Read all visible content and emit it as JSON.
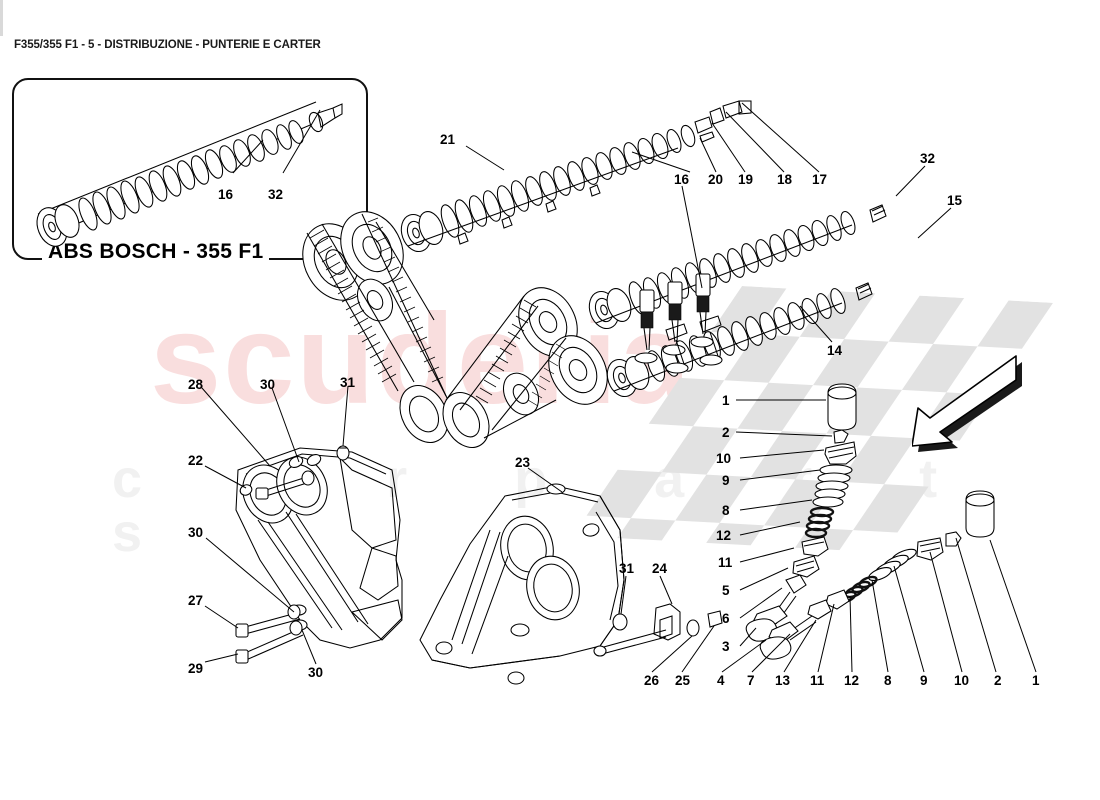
{
  "page": {
    "title": "F355/355 F1 - 5 - DISTRIBUZIONE - PUNTERIE E CARTER",
    "background": "#ffffff"
  },
  "watermark": {
    "brand": "scuderia",
    "brand_color": "#f9dede",
    "tagline": "c a r   p a r t s",
    "tagline_color": "#f1f1f1",
    "flag": "checkered-flag-pattern",
    "flag_color": "#e2e2e2"
  },
  "inset": {
    "caption": "ABS BOSCH - 355 F1",
    "labels": [
      {
        "id": "inset-16",
        "text": "16"
      },
      {
        "id": "inset-32",
        "text": "32"
      }
    ]
  },
  "callouts": {
    "camshafts_top": [
      {
        "text": "21"
      },
      {
        "text": "16"
      },
      {
        "text": "20"
      },
      {
        "text": "19"
      },
      {
        "text": "18"
      },
      {
        "text": "17"
      },
      {
        "text": "32"
      },
      {
        "text": "15"
      },
      {
        "text": "14"
      }
    ],
    "cover_left": [
      {
        "text": "28"
      },
      {
        "text": "30"
      },
      {
        "text": "31"
      },
      {
        "text": "22"
      },
      {
        "text": "30"
      },
      {
        "text": "27"
      },
      {
        "text": "29"
      },
      {
        "text": "30"
      }
    ],
    "cover_right": [
      {
        "text": "23"
      },
      {
        "text": "31"
      },
      {
        "text": "24"
      },
      {
        "text": "26"
      },
      {
        "text": "25"
      }
    ],
    "valve_stack_left_column": [
      {
        "text": "1"
      },
      {
        "text": "2"
      },
      {
        "text": "10"
      },
      {
        "text": "9"
      },
      {
        "text": "8"
      },
      {
        "text": "12"
      },
      {
        "text": "11"
      },
      {
        "text": "5"
      },
      {
        "text": "6"
      },
      {
        "text": "3"
      }
    ],
    "valve_stack_bottom_row": [
      {
        "text": "4"
      },
      {
        "text": "7"
      },
      {
        "text": "13"
      },
      {
        "text": "11"
      },
      {
        "text": "12"
      },
      {
        "text": "8"
      },
      {
        "text": "9"
      },
      {
        "text": "10"
      },
      {
        "text": "2"
      },
      {
        "text": "1"
      }
    ]
  }
}
